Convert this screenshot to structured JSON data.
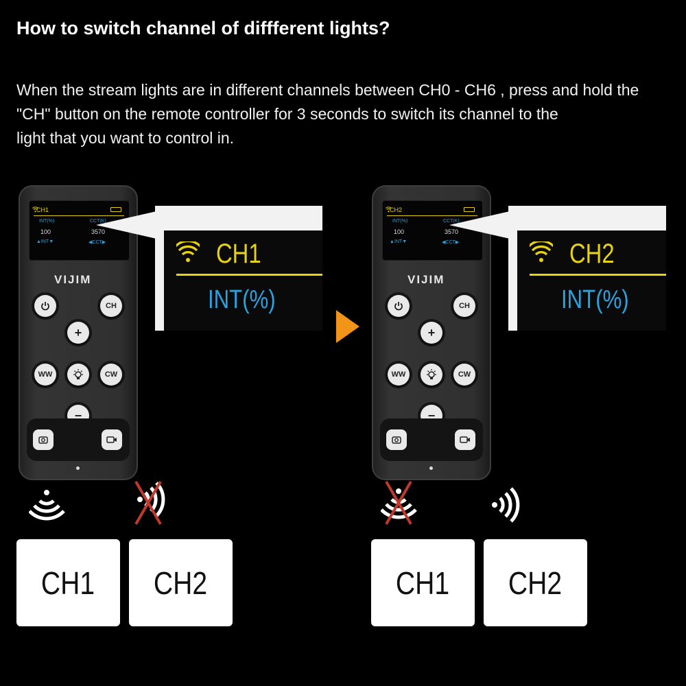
{
  "header": {
    "title": "How to switch channel of diffferent lights?",
    "description_lines": [
      "When the stream lights are in different channels between CH0 - CH6 , press and hold the",
      " \"CH\" button on the remote controller for 3 seconds to switch its channel to the",
      "light that you want to control in."
    ]
  },
  "panels": [
    {
      "screen": {
        "channel": "CH1",
        "int_label": "INT(%)",
        "cct_label": "CCT(K)",
        "int_value": "100",
        "cct_value": "3570",
        "int_arrow": "▲INT▼",
        "cct_arrow": "◀CCT▶"
      },
      "brand": "VIJIM",
      "buttons": {
        "ch": "CH",
        "ww": "WW",
        "cw": "CW",
        "plus": "+",
        "minus": "−"
      },
      "callout": {
        "channel": "CH1",
        "int_label": "INT(%)"
      },
      "cards": [
        "CH1",
        "CH2"
      ],
      "signal": [
        "active",
        "blocked"
      ]
    },
    {
      "screen": {
        "channel": "CH2",
        "int_label": "INT(%)",
        "cct_label": "CCT(K)",
        "int_value": "100",
        "cct_value": "3570",
        "int_arrow": "▲INT▼",
        "cct_arrow": "◀CCT▶"
      },
      "brand": "VIJIM",
      "buttons": {
        "ch": "CH",
        "ww": "WW",
        "cw": "CW",
        "plus": "+",
        "minus": "−"
      },
      "callout": {
        "channel": "CH2",
        "int_label": "INT(%)"
      },
      "cards": [
        "CH1",
        "CH2"
      ],
      "signal": [
        "blocked",
        "active"
      ]
    }
  ],
  "colors": {
    "accent_yellow": "#e8d312",
    "accent_blue": "#2aa4e0",
    "arrow_orange": "#f29418",
    "blocked_red": "#c0392b"
  },
  "icons": {
    "signal": "wifi-signal-icon",
    "blocked": "cross-icon",
    "power": "power-icon",
    "bulb": "bulb-icon",
    "camera": "camera-icon",
    "video": "video-icon",
    "next": "arrow-right-icon"
  }
}
